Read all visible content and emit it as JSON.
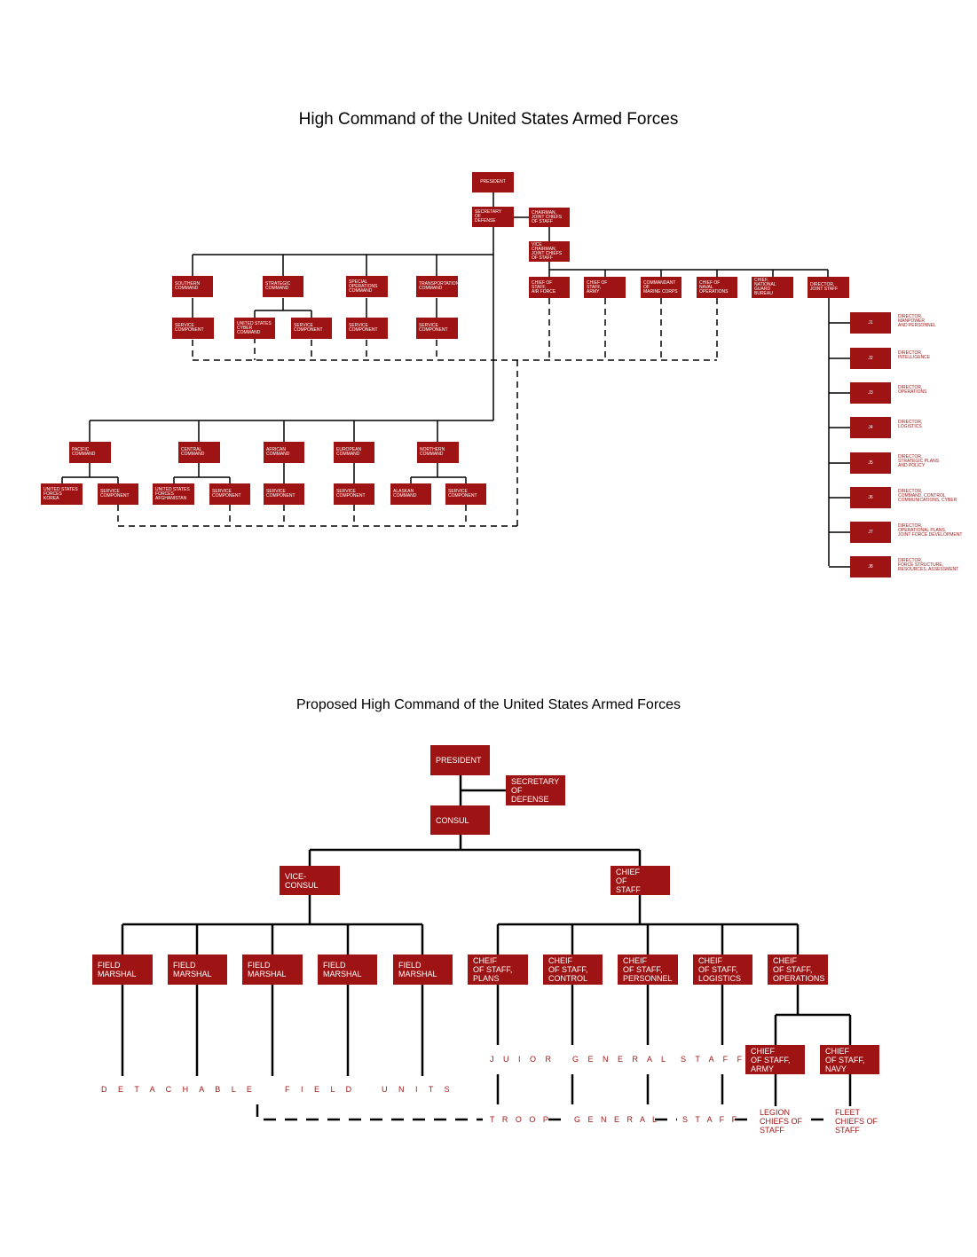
{
  "titles": {
    "current": "High Command of the United States Armed Forces",
    "proposed": "Proposed High Command of the United States Armed Forces"
  },
  "colors": {
    "box": "#9e1414",
    "line": "#000000"
  },
  "current": {
    "president": "PRESIDENT",
    "secdef": "SECRETARY\nOF\nDEFENSE",
    "cjcs": "CHAIRMAN,\nJOINT CHIEFS\nOF STAFF",
    "vcjcs": "VICE CHAIRMAN,\nJOINT CHIEFS\nOF STAFF",
    "southern": "SOUTHERN\nCOMMAND",
    "strategic": "STRATEGIC\nCOMMAND",
    "special": "SPECIAL\nOPERATIONS\nCOMMAND",
    "transportation": "TRANSPORTATION\nCOMMAND",
    "service": "SERVICE\nCOMPONENT",
    "cyber": "UNITED STATES\nCYBER\nCOMMAND",
    "cos_af": "CHIEF OF STAFF,\nAIR FORCE",
    "cos_army": "CHIEF OF STAFF,\nARMY",
    "commandant": "COMMANDANT\nOF\nMARINE CORPS",
    "cno": "CHIEF OF NAVAL\nOPERATIONS",
    "ngb": "CHIEF,\nNATIONAL GUARD\nBUREAU",
    "dirjs": "DIRECTOR,\nJOINT STAFF",
    "pacific": "PACIFIC\nCOMMAND",
    "central": "CENTRAL\nCOMMAND",
    "african": "AFRICAN\nCOMMAND",
    "european": "EUROPEAN\nCOMMAND",
    "northern": "NORTHERN\nCOMMAND",
    "korea": "UNITED STATES\nFORCES\nKOREA",
    "afghanistan": "UNITED STATES\nFORCES\nAFGHANISTAN",
    "alaskan": "ALASKAN\nCOMMAND",
    "j_boxes": [
      "J1",
      "J2",
      "J3",
      "J4",
      "J5",
      "J6",
      "J7",
      "J8"
    ],
    "j_directors": [
      "DIRECTOR,\nMANPOWER\nAND PERSONNEL",
      "DIRECTOR,\nINTELLIGENCE",
      "DIRECTOR,\nOPERATIONS",
      "DIRECTOR,\nLOGISTICS",
      "DIRECTOR,\nSTRATEGIC PLANS\nAND POLICY",
      "DIRECTOR,\nCOMMAND, CONTROL\nCOMMUNICATIONS, CYBER",
      "DIRECTOR,\nOPERATIONAL PLANS,\nJOINT FORCE DEVELOPMENT",
      "DIRECTOR,\nFORCE STRUCTURE,\nRESOURCES, ASSESSMENT"
    ]
  },
  "proposed": {
    "president": "PRESIDENT",
    "secdef": "SECRETARY\nOF\nDEFENSE",
    "consul": "CONSUL",
    "vice_consul": "VICE-CONSUL",
    "chief_of_staff": "CHIEF\nOF\nSTAFF",
    "field_marshal": "FIELD\nMARSHAL",
    "cos_plans": "CHEIF\nOF STAFF,\nPLANS",
    "cos_control": "CHEIF\nOF STAFF,\nCONTROL",
    "cos_personnel": "CHEIF\nOF STAFF,\nPERSONNEL",
    "cos_logistics": "CHEIF\nOF STAFF,\nLOGISTICS",
    "cos_operations": "CHEIF\nOF STAFF,\nOPERATIONS",
    "cos_army": "CHIEF\nOF STAFF,\nARMY",
    "cos_navy": "CHIEF\nOF STAFF,\nNAVY",
    "legion": "LEGION\nCHIEFS OF\nSTAFF",
    "fleet": "FLEET\nCHIEFS OF\nSTAFF",
    "detachable_words": [
      "D E T A C H A B L E",
      "F I E L D",
      "U N I T S"
    ],
    "junior_words": [
      "J U I O R",
      "G E N E R A L",
      "S T A F F"
    ],
    "troop_words": [
      "T R O O P",
      "G E N E R A L",
      "S T A F F"
    ]
  }
}
